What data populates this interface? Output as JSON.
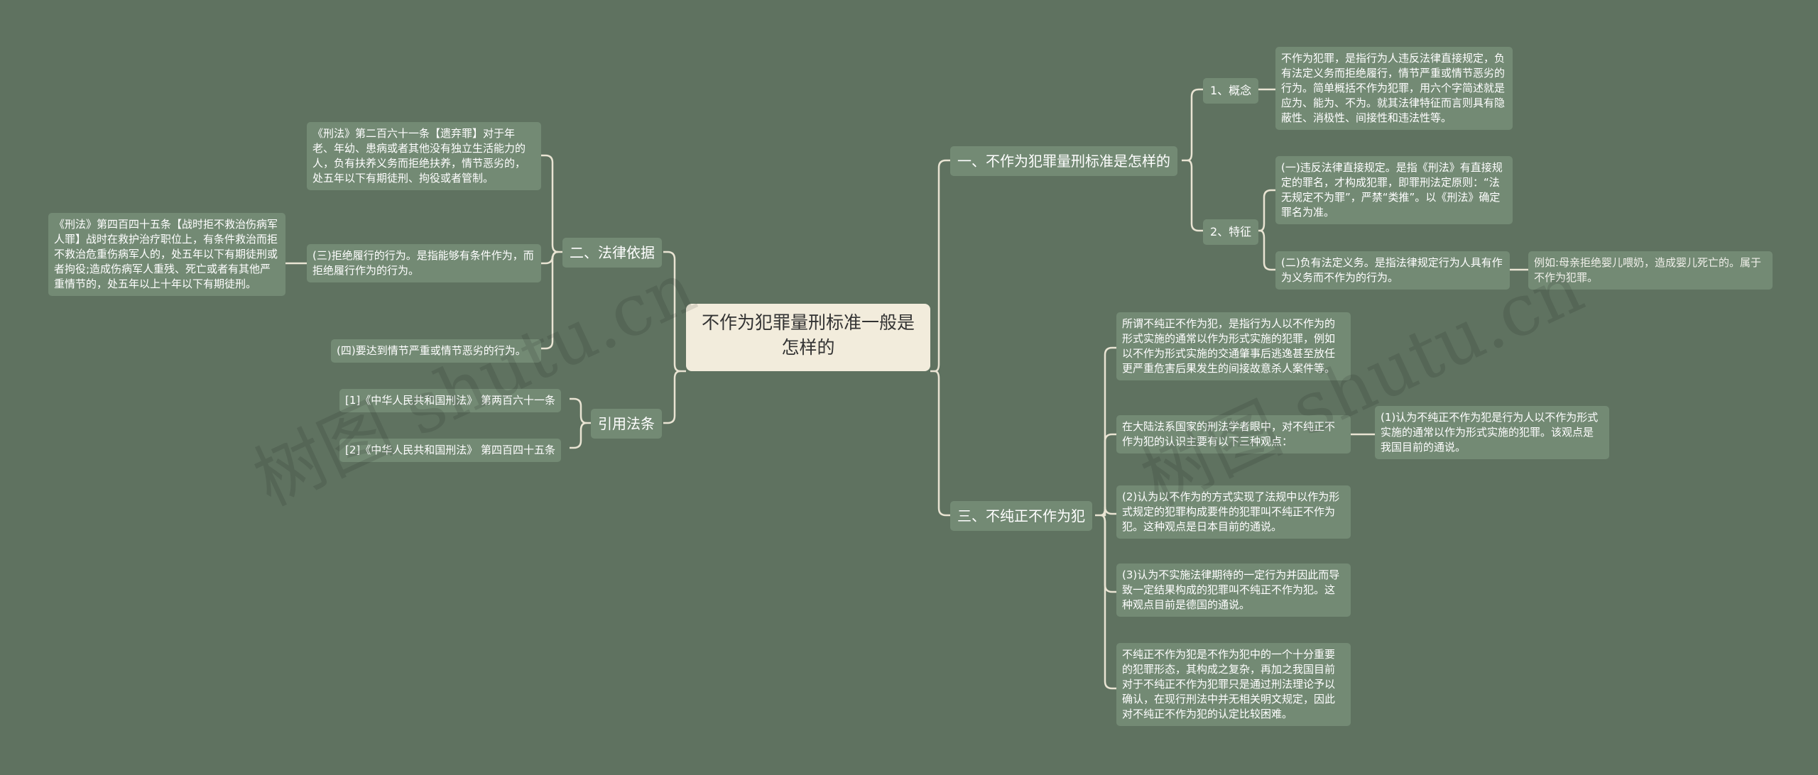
{
  "root": "不作为犯罪量刑标准一般是怎样的",
  "watermarks": [
    "树图 shutu.cn",
    "树图 shutu.cn"
  ],
  "right": {
    "s1": {
      "title": "一、不作为犯罪量刑标准是怎样的",
      "concept": {
        "label": "1、概念",
        "text": "不作为犯罪，是指行为人违反法律直接规定，负有法定义务而拒绝履行，情节严重或情节恶劣的行为。简单概括不作为犯罪，用六个字简述就是应为、能为、不为。就其法律特征而言则具有隐蔽性、消极性、间接性和违法性等。"
      },
      "feature": {
        "label": "2、特征",
        "f1": "(一)违反法律直接规定。是指《刑法》有直接规定的罪名，才构成犯罪，即罪刑法定原则：“法无规定不为罪”，严禁“类推”。以《刑法》确定罪名为准。",
        "f2": "(二)负有法定义务。是指法律规定行为人具有作为义务而不作为的行为。",
        "f2_example": "例如:母亲拒绝婴儿喂奶，造成婴儿死亡的。属于不作为犯罪。"
      }
    },
    "s3": {
      "title": "三、不纯正不作为犯",
      "c1": "所谓不纯正不作为犯，是指行为人以不作为的形式实施的通常以作为形式实施的犯罪，例如以不作为形式实施的交通肇事后逃逸甚至放任更严重危害后果发生的间接故意杀人案件等。",
      "c2": "在大陆法系国家的刑法学者眼中，对不纯正不作为犯的认识主要有以下三种观点：",
      "c2_detail": "(1)认为不纯正不作为犯是行为人以不作为形式实施的通常以作为形式实施的犯罪。该观点是我国目前的通说。",
      "c3": "(2)认为以不作为的方式实现了法规中以作为形式规定的犯罪构成要件的犯罪叫不纯正不作为犯。这种观点是日本目前的通说。",
      "c4": "(3)认为不实施法律期待的一定行为并因此而导致一定结果构成的犯罪叫不纯正不作为犯。这种观点目前是德国的通说。",
      "c5": "不纯正不作为犯是不作为犯中的一个十分重要的犯罪形态，其构成之复杂，再加之我国目前对于不纯正不作为犯罪只是通过刑法理论予以确认，在现行刑法中并无相关明文规定，因此对不纯正不作为犯的认定比较困难。"
    }
  },
  "left": {
    "s2": {
      "title": "二、法律依据",
      "b1": "《刑法》第二百六十一条【遗弃罪】对于年老、年幼、患病或者其他没有独立生活能力的人，负有扶养义务而拒绝扶养，情节恶劣的，处五年以下有期徒刑、拘役或者管制。",
      "b2": "(三)拒绝履行的行为。是指能够有条件作为，而拒绝履行作为的行为。",
      "b2_detail": "《刑法》第四百四十五条【战时拒不救治伤病军人罪】战时在救护治疗职位上，有条件救治而拒不救治危重伤病军人的，处五年以下有期徒刑或者拘役;造成伤病军人重残、死亡或者有其他严重情节的，处五年以上十年以下有期徒刑。",
      "b3": "(四)要达到情节严重或情节恶劣的行为。"
    },
    "s4": {
      "title": "引用法条",
      "r1": "[1]《中华人民共和国刑法》 第两百六十一条",
      "r2": "[2]《中华人民共和国刑法》 第四百四十五条"
    }
  },
  "colors": {
    "background": "#5f7260",
    "node": "#738a74",
    "root": "#f2ecdc",
    "line": "#f2ecdc"
  }
}
